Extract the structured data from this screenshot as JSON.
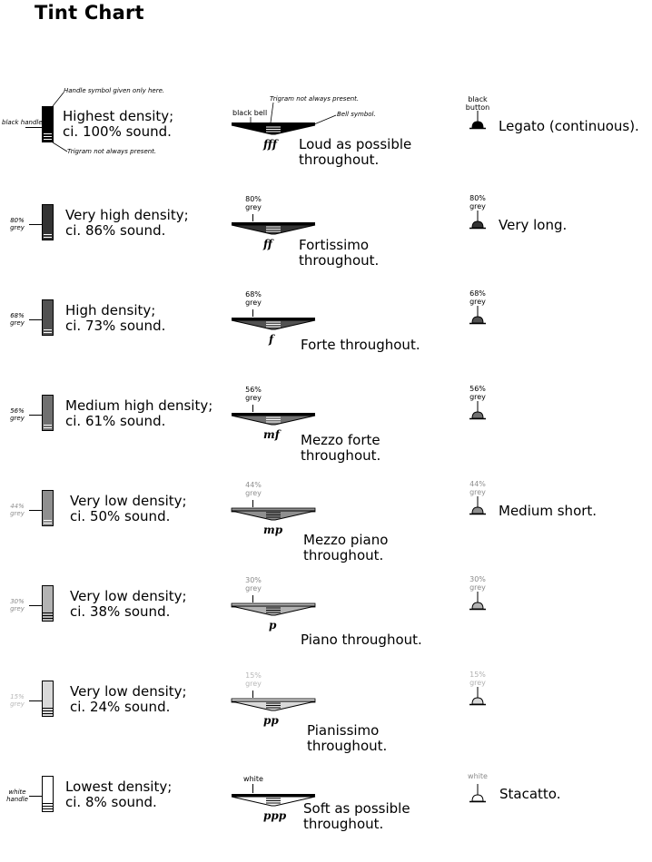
{
  "title": "Tint Chart",
  "annotations": {
    "handle_symbol_note": "Handle symbol given only here.",
    "handle_trigram_note": "Trigram not always present.",
    "bell_trigram_note": "Trigram not always present.",
    "bell_symbol_note": "Bell symbol.",
    "black_bell_label": "black bell"
  },
  "rows": [
    {
      "tint_label": "black handle",
      "density_text": "Highest density;\nci. 100% sound.",
      "fill": "#000000",
      "label_color": "#000000",
      "bell_label": "black bell",
      "dynamic": "fff",
      "bell_desc": "Loud as possible\nthroughout.",
      "button_label": "black\nbutton",
      "button_desc": "Legato (continuous)."
    },
    {
      "tint_label": "80%\ngrey",
      "density_text": "Very high density;\nci. 86% sound.",
      "fill": "#333333",
      "label_color": "#000000",
      "bell_label": "80%\ngrey",
      "dynamic": "ff",
      "bell_desc": "Fortissimo\nthroughout.",
      "button_label": "80%\ngrey",
      "button_desc": "Very long."
    },
    {
      "tint_label": "68%\ngrey",
      "density_text": "High density;\nci. 73% sound.",
      "fill": "#515151",
      "label_color": "#000000",
      "bell_label": "68%\ngrey",
      "dynamic": "f",
      "bell_desc": "Forte throughout.",
      "button_label": "68%\ngrey",
      "button_desc": ""
    },
    {
      "tint_label": "56%\ngrey",
      "density_text": "Medium high density;\nci. 61% sound.",
      "fill": "#707070",
      "label_color": "#000000",
      "bell_label": "56%\ngrey",
      "dynamic": "mf",
      "bell_desc": "Mezzo forte\nthroughout.",
      "button_label": "56%\ngrey",
      "button_desc": ""
    },
    {
      "tint_label": "44%\ngrey",
      "density_text": "Very low density;\nci. 50% sound.",
      "fill": "#8f8f8f",
      "label_color": "#8f8f8f",
      "bell_label": "44%\ngrey",
      "dynamic": "mp",
      "bell_desc": "Mezzo piano\nthroughout.",
      "button_label": "44%\ngrey",
      "button_desc": "Medium short."
    },
    {
      "tint_label": "30%\ngrey",
      "density_text": "Very low density;\nci. 38% sound.",
      "fill": "#b3b3b3",
      "label_color": "#8a8a8a",
      "bell_label": "30%\ngrey",
      "dynamic": "p",
      "bell_desc": "Piano throughout.",
      "button_label": "30%\ngrey",
      "button_desc": ""
    },
    {
      "tint_label": "15%\ngrey",
      "density_text": "Very low density;\nci. 24% sound.",
      "fill": "#d9d9d9",
      "label_color": "#b8b8b8",
      "bell_label": "15%\ngrey",
      "dynamic": "pp",
      "bell_desc": "Pianissimo\nthroughout.",
      "button_label": "15%\ngrey",
      "button_desc": ""
    },
    {
      "tint_label": "white\nhandle",
      "density_text": "Lowest density;\nci. 8% sound.",
      "fill": "#ffffff",
      "label_color": "#000000",
      "bell_label": "white",
      "dynamic": "ppp",
      "bell_desc": "Soft as possible\nthroughout.",
      "button_label": "white",
      "button_desc": "Stacatto."
    }
  ]
}
